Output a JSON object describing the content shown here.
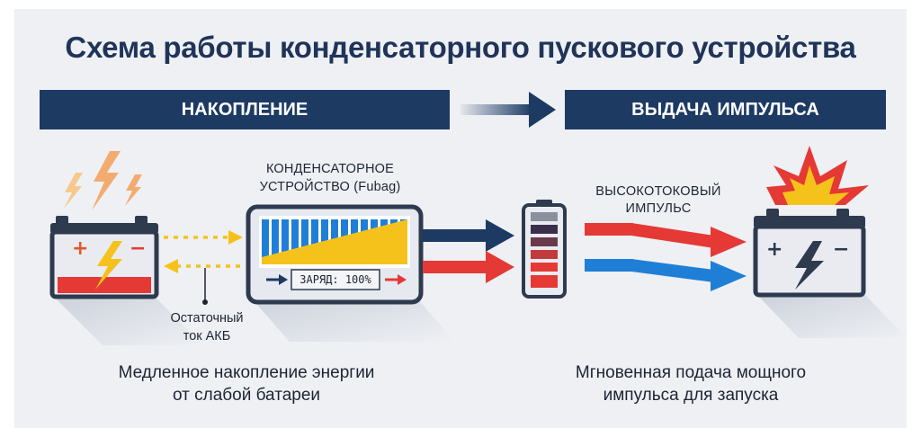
{
  "title": "Схема работы конденсаторного пускового устройства",
  "stages": {
    "accumulation": "НАКОПЛЕНИЕ",
    "discharge": "ВЫДАЧА ИМПУЛЬСА"
  },
  "device": {
    "label_line1": "КОНДЕНСАТОРНОЕ",
    "label_line2": "УСТРОЙСТВО (Fubag)",
    "charge_text": "ЗАРЯД: 100%"
  },
  "residual": {
    "line1": "Остаточный",
    "line2": "ток АКБ"
  },
  "impulse": {
    "line1": "ВЫСОКОТОКОВЫЙ",
    "line2": "ИМПУЛЬС"
  },
  "captions": {
    "left_line1": "Медленное накопление энергии",
    "left_line2": "от слабой батареи",
    "right_line1": "Мгновенная подача мощного",
    "right_line2": "импульса для запуска"
  },
  "battery_terminals": {
    "plus": "+",
    "minus": "−"
  },
  "colors": {
    "navy": "#1d3a63",
    "red": "#e53935",
    "blue": "#1f7fd6",
    "yellow": "#f5c21b",
    "orange": "#f59a3c"
  }
}
